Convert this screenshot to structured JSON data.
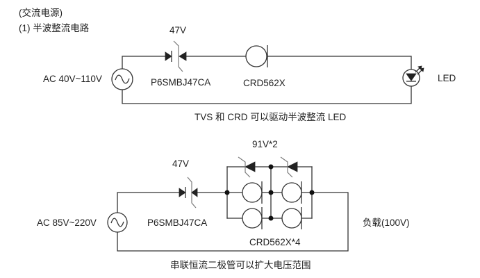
{
  "header": {
    "section_title": "(交流电源)",
    "subsection_title": "(1) 半波整流电路"
  },
  "circuit1": {
    "source_label": "AC 40V~110V",
    "tvs_voltage": "47V",
    "tvs_part": "P6SMBJ47CA",
    "crd_part": "CRD562X",
    "load_label": "LED",
    "caption": "TVS 和 CRD 可以驱动半波整流 LED"
  },
  "circuit2": {
    "source_label": "AC 85V~220V",
    "tvs_voltage": "47V",
    "tvs_part": "P6SMBJ47CA",
    "zener_voltage": "91V*2",
    "crd_part": "CRD562X*4",
    "load_label": "负载(100V)",
    "caption": "串联恒流二极管可以扩大电压范围"
  }
}
